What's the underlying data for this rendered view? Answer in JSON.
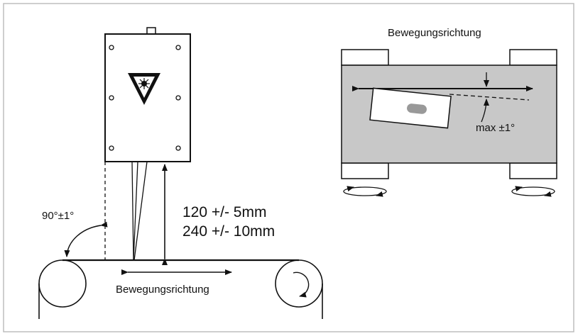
{
  "side_view": {
    "angle_label": "90°±1°",
    "distance_line_1": "120 +/- 5mm",
    "distance_line_2": "240 +/- 10mm",
    "direction_label": "Bewegungsrichtung"
  },
  "top_view": {
    "direction_label": "Bewegungsrichtung",
    "tolerance_label": "max ±1°"
  },
  "colors": {
    "belt_gray": "#c8c8c8",
    "line": "#111111",
    "highlight_spot": "#999999"
  }
}
